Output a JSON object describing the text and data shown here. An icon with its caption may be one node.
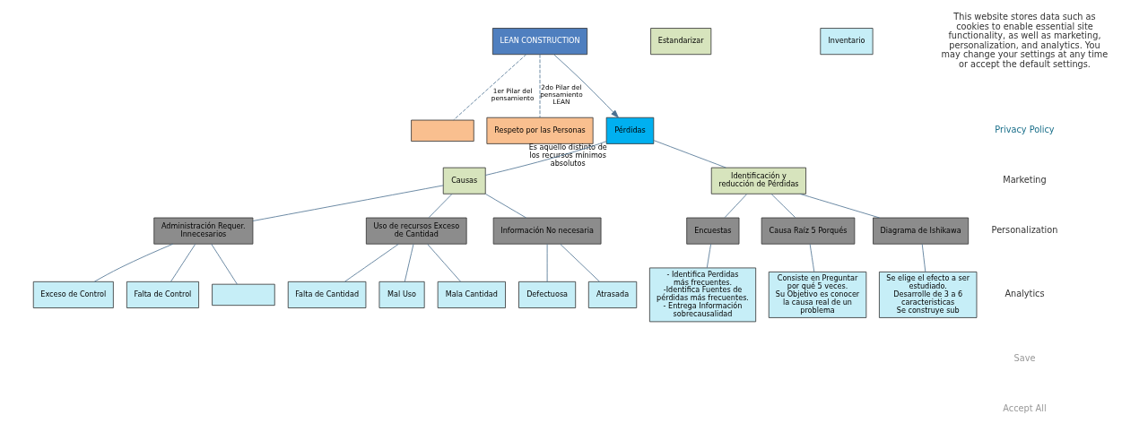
{
  "diagram": {
    "nodes": [
      {
        "text": [
          "LEAN CONSTRUCTION"
        ]
      },
      {
        "text": [],
        "shape": "box"
      },
      {
        "text": [
          "Respeto por las Personas"
        ]
      },
      {
        "text": [
          "Pérdidas"
        ],
        "beside": [
          "Es aquello distinto de los recursos mínimos absolutos"
        ]
      },
      {
        "text": [
          "Causas"
        ]
      },
      {
        "text": [
          "Identificación y reducción de Pérdidas"
        ]
      },
      {
        "text": [
          "Administración Requer. Innecesarios"
        ]
      },
      {
        "text": [
          "Uso de recursos Exceso de Cantidad"
        ]
      },
      {
        "text": [
          "Información No necesaria"
        ]
      },
      {
        "text": [
          "Exceso de Control"
        ]
      },
      {
        "text": [
          "Falta de Control"
        ]
      },
      {
        "text": [],
        "shape": "box"
      },
      {
        "text": [
          "Falta de Cantidad"
        ]
      },
      {
        "text": [
          "Mal Uso"
        ]
      },
      {
        "text": [
          "Mala Cantidad"
        ]
      },
      {
        "text": [
          "Defectuosa"
        ]
      },
      {
        "text": [
          "Atrasada"
        ]
      },
      {
        "text": [
          "Encuestas"
        ]
      },
      {
        "text": [
          "Causa Raíz 5 Porqués"
        ]
      },
      {
        "text": [
          "Diagrama de Ishikawa"
        ]
      },
      {
        "text": [
          "- Identifica Perdidas más frecuentes.",
          "-Identifica Fuentes de pérdidas más frecuentes.",
          "- Entrega Información sobrecausalidad"
        ]
      },
      {
        "text": [
          "Consiste en Preguntar por qué 5 veces.",
          "Su Objetivo es conocer la causa real de un problema"
        ]
      },
      {
        "text": [
          "Se elige el efecto a ser estudiado.",
          "Desarrolle de 3 a 6 caracteristicas",
          "Se construye sub"
        ]
      },
      {
        "text": [
          "Estandarizar"
        ]
      },
      {
        "text": [
          "Inventario"
        ]
      }
    ],
    "edges": [
      {
        "from": 0,
        "to": 1,
        "arrow": "none",
        "style": "dashed",
        "label": "1er Pilar del pensamiento"
      },
      {
        "from": 0,
        "to": 2,
        "arrow": "none",
        "style": "dashed",
        "label": "2do Pilar del pensamiento LEAN"
      },
      {
        "from": 0,
        "to": 3,
        "arrow": "to"
      },
      {
        "from": 3,
        "to": 4,
        "arrow": "none"
      },
      {
        "from": 3,
        "to": 5,
        "arrow": "none"
      },
      {
        "from": 4,
        "to": 6,
        "arrow": "none"
      },
      {
        "from": 4,
        "to": 7,
        "arrow": "none"
      },
      {
        "from": 4,
        "to": 8,
        "arrow": "none"
      },
      {
        "from": 6,
        "to": 9,
        "arrow": "none"
      },
      {
        "from": 6,
        "to": 10,
        "arrow": "none"
      },
      {
        "from": 6,
        "to": 11,
        "arrow": "none"
      },
      {
        "from": 7,
        "to": 12,
        "arrow": "none"
      },
      {
        "from": 7,
        "to": 13,
        "arrow": "none"
      },
      {
        "from": 7,
        "to": 14,
        "arrow": "none"
      },
      {
        "from": 8,
        "to": 15,
        "arrow": "none"
      },
      {
        "from": 8,
        "to": 16,
        "arrow": "none"
      },
      {
        "from": 5,
        "to": 17,
        "arrow": "none"
      },
      {
        "from": 5,
        "to": 18,
        "arrow": "none"
      },
      {
        "from": 5,
        "to": 19,
        "arrow": "none"
      },
      {
        "from": 17,
        "to": 20,
        "arrow": "none"
      },
      {
        "from": 18,
        "to": 21,
        "arrow": "none"
      },
      {
        "from": 19,
        "to": 22,
        "arrow": "none"
      }
    ],
    "labels": [
      "This website stores data such as cookies to enable essential site functionality, as well as marketing, personalization, and analytics. You may change your settings at any time or accept the default settings.",
      "Privacy Policy",
      "Marketing",
      "Personalization",
      "Analytics",
      "Save",
      "Accept All"
    ]
  }
}
